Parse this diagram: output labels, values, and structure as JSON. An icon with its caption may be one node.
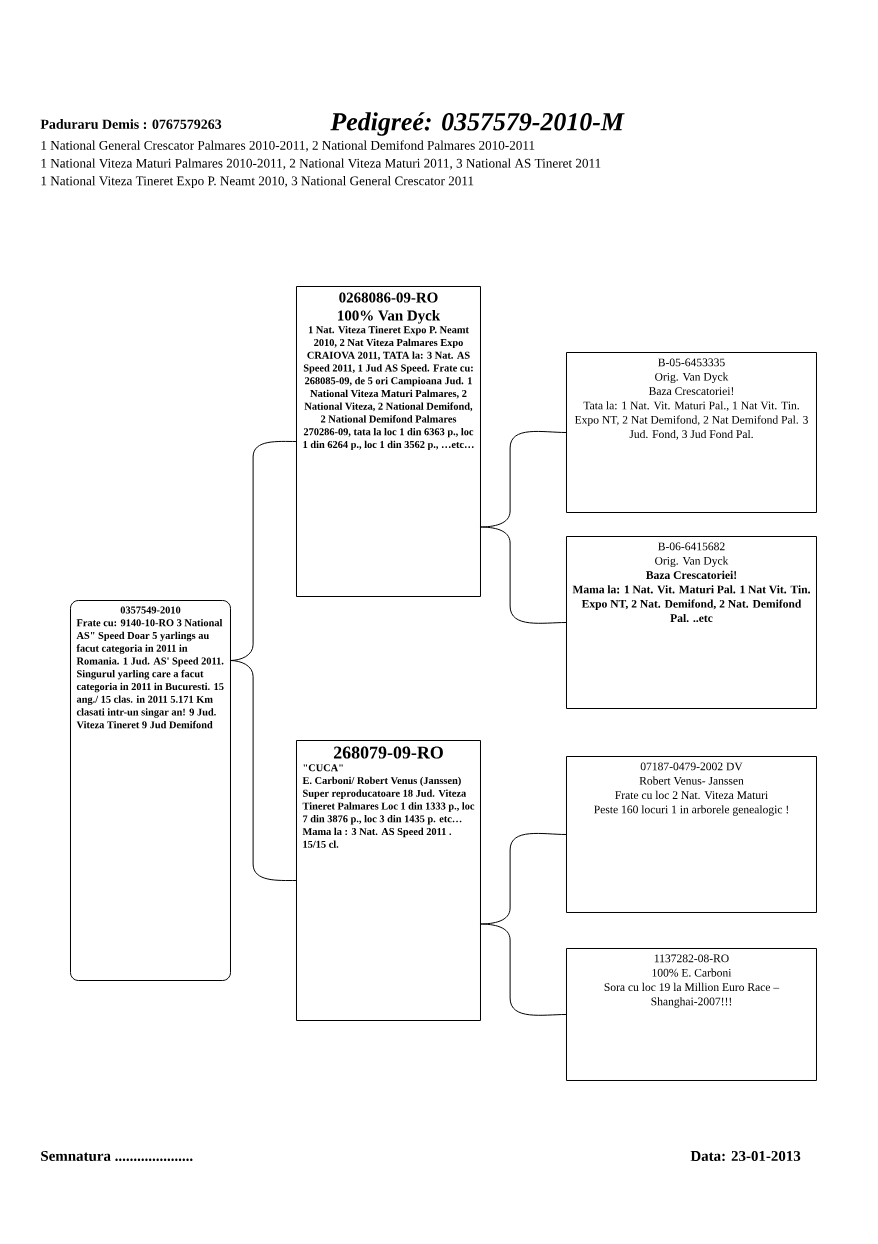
{
  "diagram": {
    "title": "Pedigreé: 0357579-2010-M",
    "nodes": [
      {
        "text": [
          "0357549-2010",
          "Frate cu: 9140-10-RO 3 National AS\" Speed Doar 5 yarlings au facut categoria in 2011 in Romania. 1 Jud. AS' Speed 2011. Singurul yarling care a facut categoria in 2011 in Bucuresti. 15 ang./ 15 clas. in 2011 5.171 Km clasati intr-un singar an! 9 Jud. Viteza Tineret 9 Jud Demifond"
        ]
      },
      {
        "text": [
          "0268086-09-RO",
          "100% Van Dyck",
          "1 Nat. Viteza Tineret Expo P. Neamt 2010, 2 Nat Viteza Palmares Expo CRAIOVA 2011, TATA la: 3 Nat. AS Speed 2011, 1 Jud AS Speed. Frate cu: 268085-09, de 5 ori Campioana Jud. 1 National Viteza Maturi Palmares, 2 National Viteza, 2 National Demifond, 2 National Demifond Palmares 270286-09, tata la loc 1 din 6363 p., loc 1 din 6264 p., loc 1 din 3562 p., …etc…"
        ]
      },
      {
        "text": [
          "268079-09-RO",
          "\"CUCA\"",
          "E. Carboni/ Robert Venus (Janssen) Super reproducatoare 18 Jud. Viteza Tineret Palmares Loc 1 din 1333 p., loc 7 din 3876 p., loc 3 din 1435 p. etc… Mama la : 3 Nat. AS Speed 2011 . 15/15 cl."
        ]
      },
      {
        "text": [
          "B-05-6453335",
          "Orig. Van Dyck",
          "Baza Crescatoriei!",
          "Tata la: 1 Nat. Vit. Maturi Pal., 1 Nat Vit. Tin. Expo NT, 2 Nat Demifond, 2 Nat Demifond Pal. 3 Jud. Fond, 3 Jud Fond Pal."
        ]
      },
      {
        "text": [
          "B-06-6415682",
          "Orig. Van Dyck",
          "Baza Crescatoriei!",
          "Mama la: 1 Nat. Vit. Maturi Pal. 1 Nat Vit. Tin. Expo NT, 2 Nat. Demifond, 2 Nat. Demifond Pal. ..etc"
        ]
      },
      {
        "text": [
          "07187-0479-2002 DV",
          "Robert Venus- Janssen",
          "Frate cu loc 2 Nat. Viteza Maturi",
          "Peste 160 locuri 1 in arborele genealogic !"
        ]
      },
      {
        "text": [
          "1137282-08-RO",
          "100% E. Carboni",
          "Sora cu loc 19 la Million Euro Race – Shanghai-2007!!!"
        ]
      }
    ],
    "edges": [
      {
        "from": 0,
        "to": 1,
        "arrow": "none"
      },
      {
        "from": 0,
        "to": 2,
        "arrow": "none"
      },
      {
        "from": 1,
        "to": 3,
        "arrow": "none"
      },
      {
        "from": 1,
        "to": 4,
        "arrow": "none"
      },
      {
        "from": 2,
        "to": 5,
        "arrow": "none"
      },
      {
        "from": 2,
        "to": 6,
        "arrow": "none"
      }
    ],
    "labels": [
      "Paduraru Demis : 0767579263",
      "1 National General Crescator Palmares 2010-2011, 2 National Demifond Palmares 2010-2011",
      "1 National Viteza Maturi Palmares 2010-2011, 2 National Viteza Maturi 2011, 3 National AS Tineret 2011",
      "1 National Viteza Tineret Expo P. Neamt 2010, 3 National General Crescator 2011",
      "Semnatura .....................",
      "Data: 23-01-2013"
    ]
  }
}
